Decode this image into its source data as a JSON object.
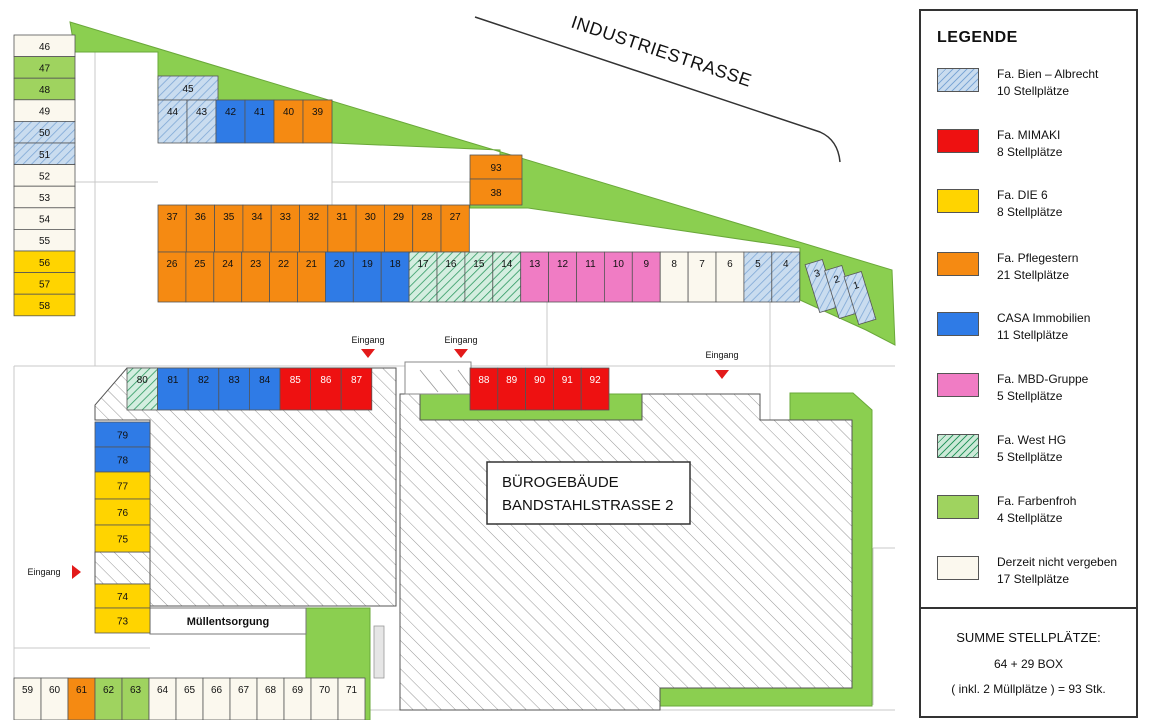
{
  "street": "INDUSTRIESTRASSE",
  "building_label_1": "BÜROGEBÄUDE",
  "building_label_2": "BANDSTAHLSTRASSE 2",
  "muell_label": "Müllentsorgung",
  "entrance_label": "Eingang",
  "colors": {
    "bien": "#c9dcef",
    "mimaki": "#ee1111",
    "die6": "#ffd400",
    "pflegestern": "#f58a12",
    "casa": "#2f7be6",
    "mbd": "#f07cc4",
    "west": "#cde9d8",
    "farbenfroh": "#9fd35f",
    "frei": "#fbf8ee",
    "lawn": "#8bcf50"
  },
  "legend": {
    "title": "LEGENDE",
    "items": [
      {
        "key": "bien",
        "name": "Fa. Bien – Albrecht",
        "count": "10 Stellplätze"
      },
      {
        "key": "mimaki",
        "name": "Fa. MIMAKI",
        "count": "8 Stellplätze"
      },
      {
        "key": "die6",
        "name": "Fa. DIE 6",
        "count": "8 Stellplätze"
      },
      {
        "key": "pflegestern",
        "name": "Fa. Pflegestern",
        "count": "21 Stellplätze"
      },
      {
        "key": "casa",
        "name": "CASA Immobilien",
        "count": "11 Stellplätze"
      },
      {
        "key": "mbd",
        "name": "Fa. MBD-Gruppe",
        "count": "5 Stellplätze"
      },
      {
        "key": "west",
        "name": "Fa. West HG",
        "count": "5 Stellplätze"
      },
      {
        "key": "farbenfroh",
        "name": "Fa. Farbenfroh",
        "count": "4 Stellplätze"
      },
      {
        "key": "frei",
        "name": "Derzeit nicht vergeben",
        "count": "17 Stellplätze"
      }
    ],
    "summary_title": "SUMME STELLPLÄTZE:",
    "summary_line1": "64  +  29 BOX",
    "summary_line2": "( inkl. 2 Müllplätze )  =  93 Stk."
  },
  "spots": [
    {
      "n": "46",
      "o": "frei"
    },
    {
      "n": "47",
      "o": "farbenfroh"
    },
    {
      "n": "48",
      "o": "farbenfroh"
    },
    {
      "n": "49",
      "o": "frei"
    },
    {
      "n": "50",
      "o": "bien"
    },
    {
      "n": "51",
      "o": "bien"
    },
    {
      "n": "52",
      "o": "frei"
    },
    {
      "n": "53",
      "o": "frei"
    },
    {
      "n": "54",
      "o": "frei"
    },
    {
      "n": "55",
      "o": "frei"
    },
    {
      "n": "56",
      "o": "die6"
    },
    {
      "n": "57",
      "o": "die6"
    },
    {
      "n": "58",
      "o": "die6"
    },
    {
      "n": "45",
      "o": "bien"
    },
    {
      "n": "44",
      "o": "bien"
    },
    {
      "n": "43",
      "o": "bien"
    },
    {
      "n": "42",
      "o": "casa"
    },
    {
      "n": "41",
      "o": "casa"
    },
    {
      "n": "40",
      "o": "pflegestern"
    },
    {
      "n": "39",
      "o": "pflegestern"
    },
    {
      "n": "93",
      "o": "pflegestern"
    },
    {
      "n": "38",
      "o": "pflegestern"
    },
    {
      "n": "37",
      "o": "pflegestern"
    },
    {
      "n": "36",
      "o": "pflegestern"
    },
    {
      "n": "35",
      "o": "pflegestern"
    },
    {
      "n": "34",
      "o": "pflegestern"
    },
    {
      "n": "33",
      "o": "pflegestern"
    },
    {
      "n": "32",
      "o": "pflegestern"
    },
    {
      "n": "31",
      "o": "pflegestern"
    },
    {
      "n": "30",
      "o": "pflegestern"
    },
    {
      "n": "29",
      "o": "pflegestern"
    },
    {
      "n": "28",
      "o": "pflegestern"
    },
    {
      "n": "27",
      "o": "pflegestern"
    },
    {
      "n": "26",
      "o": "pflegestern"
    },
    {
      "n": "25",
      "o": "pflegestern"
    },
    {
      "n": "24",
      "o": "pflegestern"
    },
    {
      "n": "23",
      "o": "pflegestern"
    },
    {
      "n": "22",
      "o": "pflegestern"
    },
    {
      "n": "21",
      "o": "pflegestern"
    },
    {
      "n": "20",
      "o": "casa"
    },
    {
      "n": "19",
      "o": "casa"
    },
    {
      "n": "18",
      "o": "casa"
    },
    {
      "n": "17",
      "o": "west"
    },
    {
      "n": "16",
      "o": "west"
    },
    {
      "n": "15",
      "o": "west"
    },
    {
      "n": "14",
      "o": "west"
    },
    {
      "n": "13",
      "o": "mbd"
    },
    {
      "n": "12",
      "o": "mbd"
    },
    {
      "n": "11",
      "o": "mbd"
    },
    {
      "n": "10",
      "o": "mbd"
    },
    {
      "n": "9",
      "o": "mbd"
    },
    {
      "n": "8",
      "o": "frei"
    },
    {
      "n": "7",
      "o": "frei"
    },
    {
      "n": "6",
      "o": "frei"
    },
    {
      "n": "5",
      "o": "bien"
    },
    {
      "n": "4",
      "o": "bien"
    },
    {
      "n": "3",
      "o": "bien"
    },
    {
      "n": "2",
      "o": "bien"
    },
    {
      "n": "1",
      "o": "bien"
    },
    {
      "n": "80",
      "o": "west"
    },
    {
      "n": "81",
      "o": "casa"
    },
    {
      "n": "82",
      "o": "casa"
    },
    {
      "n": "83",
      "o": "casa"
    },
    {
      "n": "84",
      "o": "casa"
    },
    {
      "n": "85",
      "o": "mimaki"
    },
    {
      "n": "86",
      "o": "mimaki"
    },
    {
      "n": "87",
      "o": "mimaki"
    },
    {
      "n": "88",
      "o": "mimaki"
    },
    {
      "n": "89",
      "o": "mimaki"
    },
    {
      "n": "90",
      "o": "mimaki"
    },
    {
      "n": "91",
      "o": "mimaki"
    },
    {
      "n": "92",
      "o": "mimaki"
    },
    {
      "n": "79",
      "o": "casa"
    },
    {
      "n": "78",
      "o": "casa"
    },
    {
      "n": "77",
      "o": "die6"
    },
    {
      "n": "76",
      "o": "die6"
    },
    {
      "n": "75",
      "o": "die6"
    },
    {
      "n": "74",
      "o": "die6"
    },
    {
      "n": "73",
      "o": "die6"
    },
    {
      "n": "59",
      "o": "frei"
    },
    {
      "n": "60",
      "o": "frei"
    },
    {
      "n": "61",
      "o": "pflegestern"
    },
    {
      "n": "62",
      "o": "farbenfroh"
    },
    {
      "n": "63",
      "o": "farbenfroh"
    },
    {
      "n": "64",
      "o": "frei"
    },
    {
      "n": "65",
      "o": "frei"
    },
    {
      "n": "66",
      "o": "frei"
    },
    {
      "n": "67",
      "o": "frei"
    },
    {
      "n": "68",
      "o": "frei"
    },
    {
      "n": "69",
      "o": "frei"
    },
    {
      "n": "70",
      "o": "frei"
    },
    {
      "n": "71",
      "o": "frei"
    }
  ]
}
